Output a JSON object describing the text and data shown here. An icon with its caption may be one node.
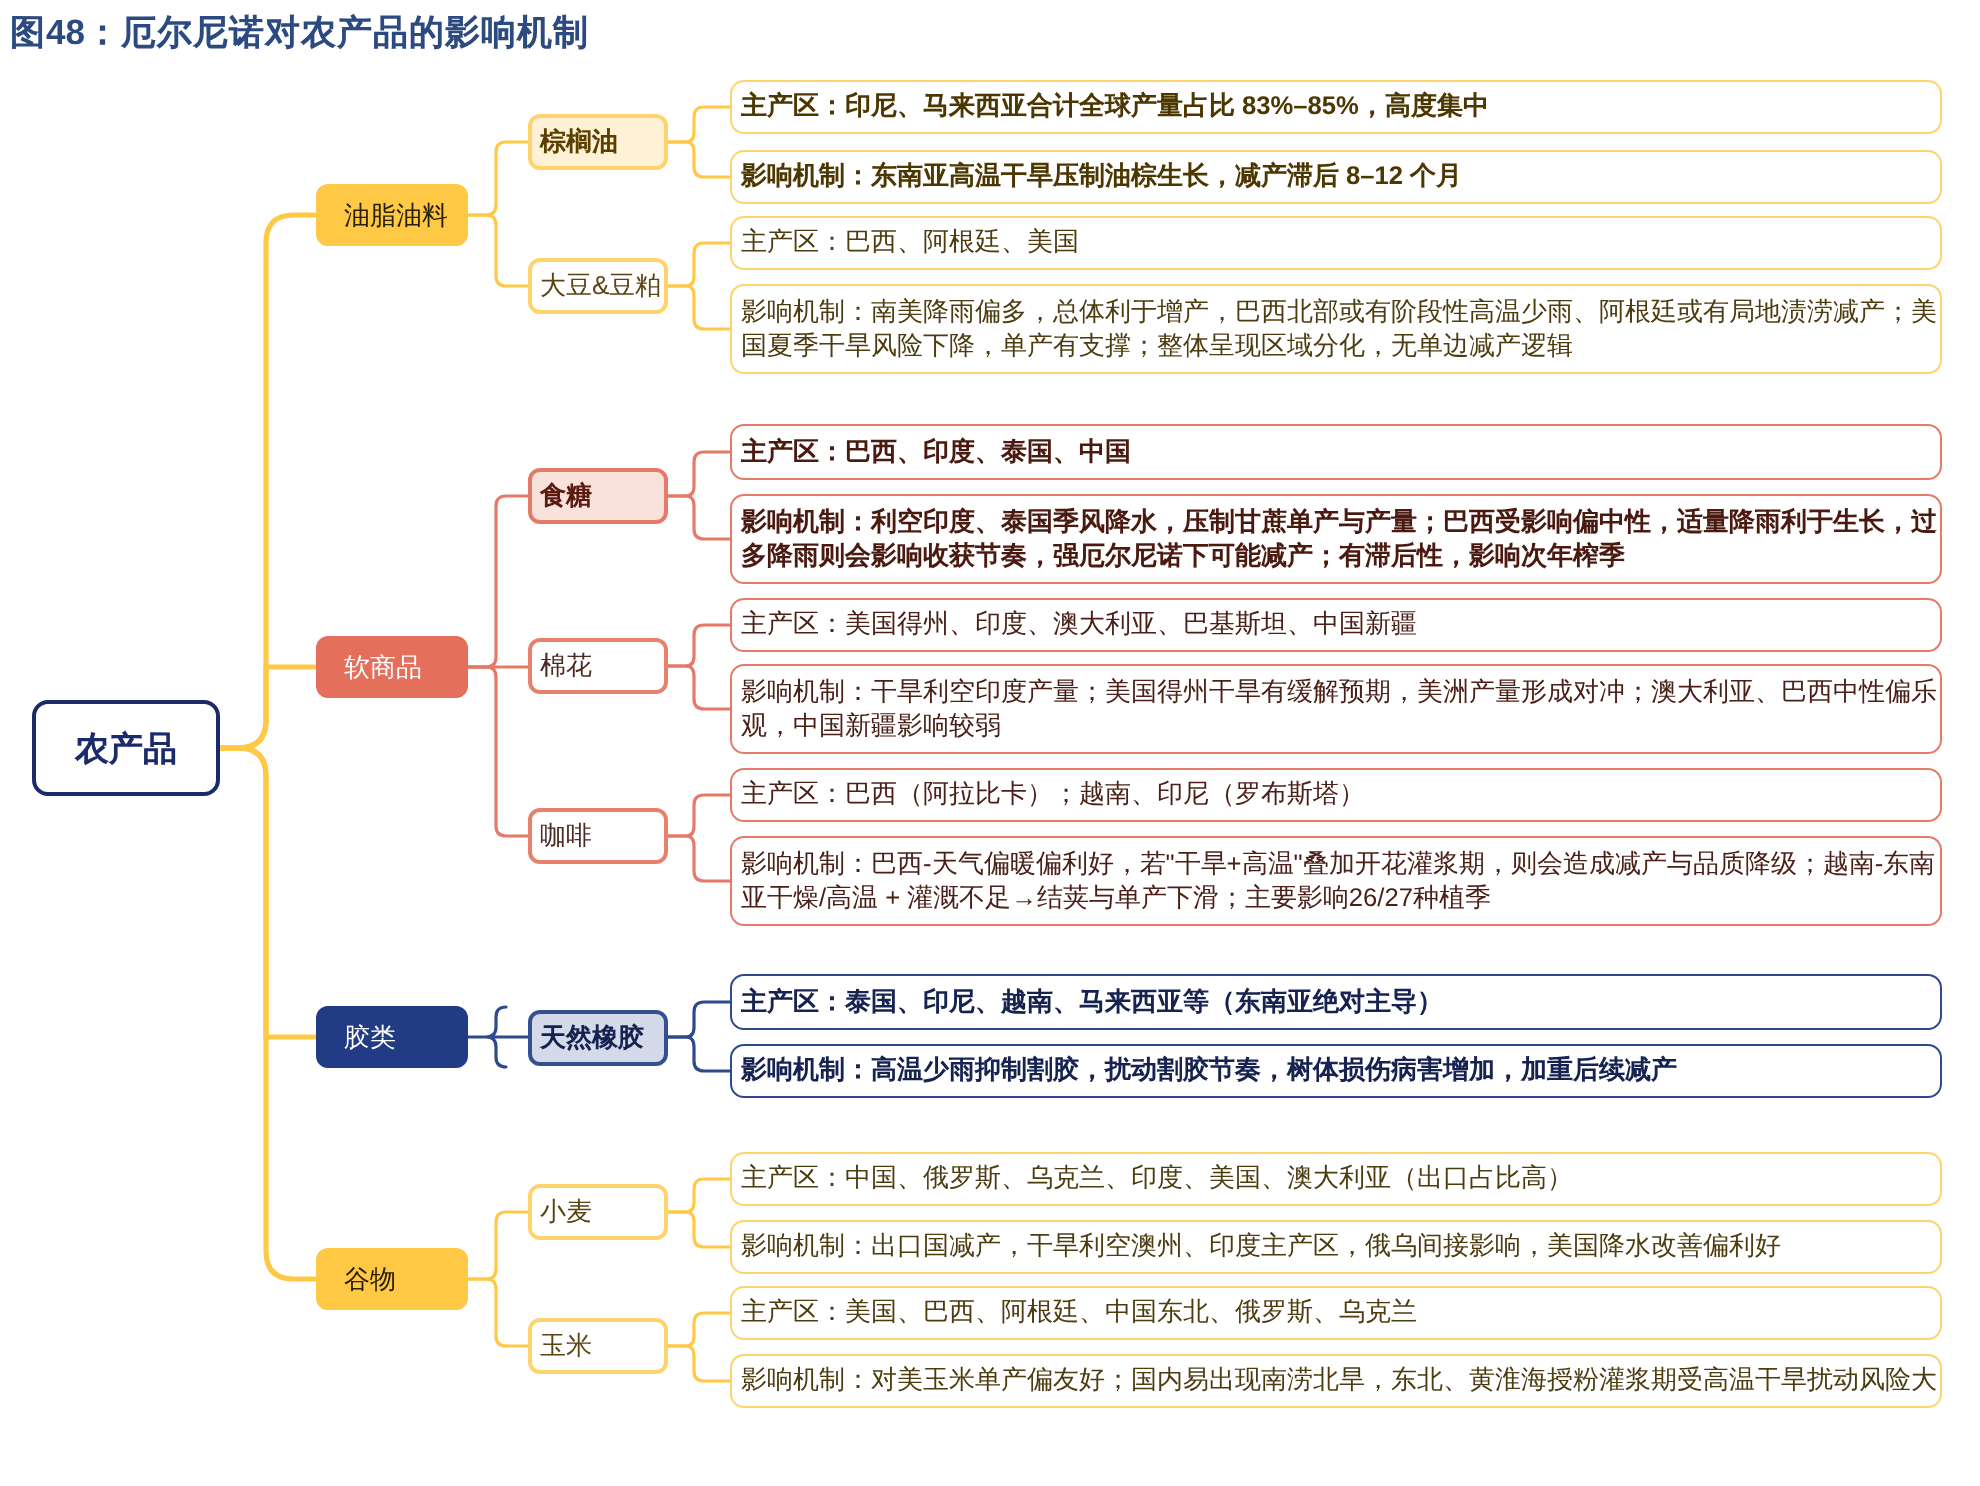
{
  "diagram": {
    "title": "图48：厄尔尼诺对农产品的影响机制",
    "nodes": [
      {
        "text": [
          "农产品"
        ]
      },
      {
        "text": [
          "油脂油料"
        ]
      },
      {
        "text": [
          "棕榈油"
        ]
      },
      {
        "text": [
          "主产区：印尼、马来西亚合计全球产量占比 83%–85%，高度集中"
        ]
      },
      {
        "text": [
          "影响机制：东南亚高温干旱压制油棕生长，减产滞后 8–12 个月"
        ]
      },
      {
        "text": [
          "大豆&豆粕"
        ]
      },
      {
        "text": [
          "主产区：巴西、阿根廷、美国"
        ]
      },
      {
        "text": [
          "影响机制：南美降雨偏多，总体利于增产，巴西北部或有阶段性高温少雨、阿根廷或有局地渍涝减产；美国夏季干旱风险下降，单产有支撑；整体呈现区域分化，无单边减产逻辑"
        ]
      },
      {
        "text": [
          "软商品"
        ]
      },
      {
        "text": [
          "食糖"
        ]
      },
      {
        "text": [
          "主产区：巴西、印度、泰国、中国"
        ]
      },
      {
        "text": [
          "影响机制：利空印度、泰国季风降水，压制甘蔗单产与产量；巴西受影响偏中性，适量降雨利于生长，过多降雨则会影响收获节奏，强厄尔尼诺下可能减产；有滞后性，影响次年榨季"
        ]
      },
      {
        "text": [
          "棉花"
        ]
      },
      {
        "text": [
          "主产区：美国得州、印度、澳大利亚、巴基斯坦、中国新疆"
        ]
      },
      {
        "text": [
          "影响机制：干旱利空印度产量；美国得州干旱有缓解预期，美洲产量形成对冲；澳大利亚、巴西中性偏乐观，中国新疆影响较弱"
        ]
      },
      {
        "text": [
          "咖啡"
        ]
      },
      {
        "text": [
          "主产区：巴西（阿拉比卡）；越南、印尼（罗布斯塔）"
        ]
      },
      {
        "text": [
          "影响机制：巴西-天气偏暖偏利好，若\"干旱+高温\"叠加开花灌浆期，则会造成减产与品质降级；越南-东南亚干燥/高温 + 灌溉不足→结荚与单产下滑；主要影响26/27种植季"
        ]
      },
      {
        "text": [
          "胶类"
        ]
      },
      {
        "text": [
          "天然橡胶"
        ]
      },
      {
        "text": [
          "主产区：泰国、印尼、越南、马来西亚等（东南亚绝对主导）"
        ]
      },
      {
        "text": [
          "影响机制：高温少雨抑制割胶，扰动割胶节奏，树体损伤病害增加，加重后续减产"
        ]
      },
      {
        "text": [
          "谷物"
        ]
      },
      {
        "text": [
          "小麦"
        ]
      },
      {
        "text": [
          "主产区：中国、俄罗斯、乌克兰、印度、美国、澳大利亚（出口占比高）"
        ]
      },
      {
        "text": [
          "影响机制：出口国减产，干旱利空澳州、印度主产区，俄乌间接影响，美国降水改善偏利好"
        ]
      },
      {
        "text": [
          "玉米"
        ]
      },
      {
        "text": [
          "主产区：美国、巴西、阿根廷、中国东北、俄罗斯、乌克兰"
        ]
      },
      {
        "text": [
          "影响机制：对美玉米单产偏友好；国内易出现南涝北旱，东北、黄淮海授粉灌浆期受高温干旱扰动风险大"
        ]
      }
    ],
    "edges": [
      {
        "from": 0,
        "to": 1,
        "arrow": "none"
      },
      {
        "from": 0,
        "to": 8,
        "arrow": "none"
      },
      {
        "from": 0,
        "to": 18,
        "arrow": "none"
      },
      {
        "from": 0,
        "to": 22,
        "arrow": "none"
      },
      {
        "from": 1,
        "to": 2,
        "arrow": "none"
      },
      {
        "from": 1,
        "to": 5,
        "arrow": "none"
      },
      {
        "from": 2,
        "to": 3,
        "arrow": "none"
      },
      {
        "from": 2,
        "to": 4,
        "arrow": "none"
      },
      {
        "from": 5,
        "to": 6,
        "arrow": "none"
      },
      {
        "from": 5,
        "to": 7,
        "arrow": "none"
      },
      {
        "from": 8,
        "to": 9,
        "arrow": "none",
        "color": "#e57a68"
      },
      {
        "from": 8,
        "to": 12,
        "arrow": "none",
        "color": "#e57a68"
      },
      {
        "from": 8,
        "to": 15,
        "arrow": "none",
        "color": "#e57a68"
      },
      {
        "from": 9,
        "to": 10,
        "arrow": "none",
        "color": "#e57a68"
      },
      {
        "from": 9,
        "to": 11,
        "arrow": "none",
        "color": "#e57a68"
      },
      {
        "from": 12,
        "to": 13,
        "arrow": "none",
        "color": "#e57a68"
      },
      {
        "from": 12,
        "to": 14,
        "arrow": "none",
        "color": "#e57a68"
      },
      {
        "from": 15,
        "to": 16,
        "arrow": "none",
        "color": "#e57a68"
      },
      {
        "from": 15,
        "to": 17,
        "arrow": "none",
        "color": "#e57a68"
      },
      {
        "from": 18,
        "to": 19,
        "arrow": "none",
        "color": "#2e4a8c"
      },
      {
        "from": 19,
        "to": 20,
        "arrow": "none",
        "color": "#2e4a8c"
      },
      {
        "from": 19,
        "to": 21,
        "arrow": "none",
        "color": "#2e4a8c"
      },
      {
        "from": 22,
        "to": 23,
        "arrow": "none"
      },
      {
        "from": 22,
        "to": 26,
        "arrow": "none"
      },
      {
        "from": 23,
        "to": 24,
        "arrow": "none"
      },
      {
        "from": 23,
        "to": 25,
        "arrow": "none"
      },
      {
        "from": 26,
        "to": 27,
        "arrow": "none"
      },
      {
        "from": 26,
        "to": 28,
        "arrow": "none"
      }
    ]
  }
}
